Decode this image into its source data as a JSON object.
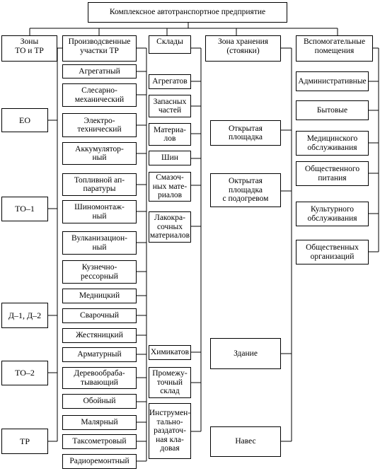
{
  "title": "Комплексное автотранспортное предприятие",
  "headers": {
    "zones": "Зоны\nТО и ТР",
    "workshops": "Производсвенные\nучастки ТР",
    "stores": "Склады",
    "storage": "Зона хранения\n(стоянки)",
    "auxiliary": "Вспомогательные\nпомещения"
  },
  "zones": [
    "ЕО",
    "ТО–1",
    "Д–1, Д–2",
    "ТО–2",
    "ТР"
  ],
  "workshops": [
    "Агрегатный",
    "Слесарно-\nмеханический",
    "Электро-\nтехнический",
    "Аккумулятор-\nный",
    "Топливной ап-\nпаратуры",
    "Шиномонтаж-\nный",
    "Вулканизацион-\nный",
    "Кузнечно-\nрессорный",
    "Медницкий",
    "Сварочный",
    "Жестяницкий",
    "Арматурный",
    "Деревообраба-\nтывающий",
    "Обойный",
    "Малярный",
    "Таксометровый",
    "Радиоремонтный"
  ],
  "stores": [
    "Агрегатов",
    "Запасных\nчастей",
    "Материа-\nлов",
    "Шин",
    "Смазоч-\nных мате-\nриалов",
    "Лакокра-\nсочных\nматериалов",
    "Химикатов",
    "Промежу-\nточный\nсклад",
    "Инструмен-\nтально-\nраздаточ-\nная кла-\nдовая"
  ],
  "storage": [
    "Открытая\nплощадка",
    "Октрытая\nплощадка\nс подогревом",
    "Здание",
    "Навес"
  ],
  "auxiliary": [
    "Административные",
    "Бытовые",
    "Медицинского\nобслуживания",
    "Общественного\nпитания",
    "Культурного\nобслуживания",
    "Общественных\nорганизаций"
  ]
}
